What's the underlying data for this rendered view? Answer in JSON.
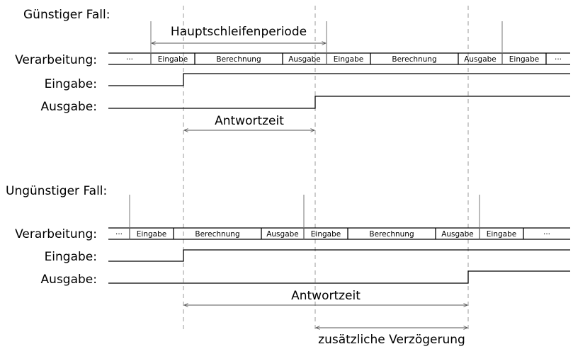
{
  "scenarios": [
    {
      "title": "Günstiger Fall:",
      "track_labels": {
        "processing": "Verarbeitung:",
        "input": "Eingabe:",
        "output": "Ausgabe:"
      },
      "segments": [
        {
          "label": "···",
          "start": 0,
          "end": 60
        },
        {
          "label": "Eingabe",
          "start": 60,
          "end": 122
        },
        {
          "label": "Berechnung",
          "start": 122,
          "end": 246
        },
        {
          "label": "Ausgabe",
          "start": 246,
          "end": 308
        },
        {
          "label": "Eingabe",
          "start": 308,
          "end": 370
        },
        {
          "label": "Berechnung",
          "start": 370,
          "end": 494
        },
        {
          "label": "Ausgabe",
          "start": 494,
          "end": 556
        },
        {
          "label": "Eingabe",
          "start": 556,
          "end": 618
        },
        {
          "label": "···",
          "start": 618,
          "end": 652
        }
      ],
      "input_rise": 106,
      "output_rise": 292,
      "period": {
        "label": "Hauptschleifenperiode",
        "from": 60,
        "to": 308
      },
      "response": {
        "label": "Antwortzeit",
        "from": 106,
        "to": 292
      },
      "period_markers": [
        60,
        308,
        556
      ]
    },
    {
      "title": "Ungünstiger Fall:",
      "track_labels": {
        "processing": "Verarbeitung:",
        "input": "Eingabe:",
        "output": "Ausgabe:"
      },
      "segments": [
        {
          "label": "···",
          "start": 0,
          "end": 30
        },
        {
          "label": "Eingabe",
          "start": 30,
          "end": 92
        },
        {
          "label": "Berechnung",
          "start": 92,
          "end": 216
        },
        {
          "label": "Ausgabe",
          "start": 216,
          "end": 276
        },
        {
          "label": "Eingabe",
          "start": 276,
          "end": 338
        },
        {
          "label": "Berechnung",
          "start": 338,
          "end": 462
        },
        {
          "label": "Ausgabe",
          "start": 462,
          "end": 524
        },
        {
          "label": "Eingabe",
          "start": 524,
          "end": 586
        },
        {
          "label": "···",
          "start": 586,
          "end": 652
        }
      ],
      "input_rise": 106,
      "output_rise": 508,
      "response": {
        "label": "Antwortzeit",
        "from": 106,
        "to": 508
      },
      "extra_delay": {
        "label": "zusätzliche Verzögerung",
        "from": 292,
        "to": 508
      },
      "period_markers": [
        30,
        276,
        524
      ]
    }
  ],
  "reference_times": [
    106,
    292,
    508
  ]
}
